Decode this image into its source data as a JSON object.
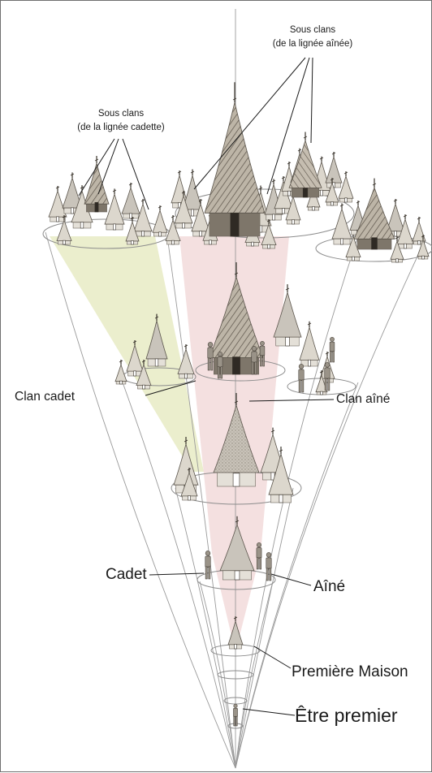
{
  "labels": {
    "sous_clans_ainee_line1": "Sous clans",
    "sous_clans_ainee_line2": "(de la lignée aînée)",
    "sous_clans_cadette_line1": "Sous clans",
    "sous_clans_cadette_line2": "(de la lignée cadette)",
    "clan_cadet": "Clan cadet",
    "clan_aine": "Clan aîné",
    "cadet": "Cadet",
    "aine": "Aîné",
    "premiere_maison": "Première Maison",
    "etre_premier": "Être premier"
  },
  "colors": {
    "cadet_band": "#e9ecc8",
    "aine_band": "#f0d6d6",
    "hut_roof": "#d8d2c6",
    "hut_roof_dark": "#8a8174",
    "hut_door": "#3a342c",
    "ring_line": "#8c8c8c",
    "cone_line": "#9a9a9a"
  }
}
